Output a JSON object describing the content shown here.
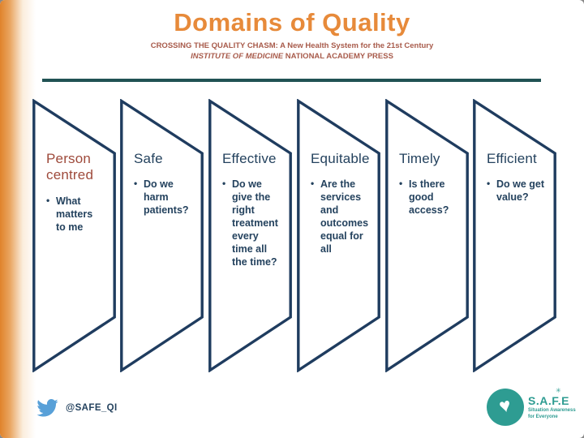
{
  "slide": {
    "title": "Domains of Quality",
    "subtitle_line1": "CROSSING THE QUALITY CHASM: A New Health System for the 21st Century",
    "subtitle_line2_italic": "INSTITUTE OF MEDICINE",
    "subtitle_line2_rest": " NATIONAL ACADEMY PRESS"
  },
  "panels": [
    {
      "title": "Person centred",
      "bullet": "What\nmatters\nto me",
      "title_color": "#9e4a3b"
    },
    {
      "title": "Safe",
      "bullet": "Do we\nharm\npatients?",
      "title_color": "#24425e"
    },
    {
      "title": "Effective",
      "bullet": "Do we\ngive the\nright\ntreatment\nevery\ntime  all\nthe time?",
      "title_color": "#24425e"
    },
    {
      "title": "Equitable",
      "bullet": "Are the\nservices\nand\noutcomes\nequal for\nall",
      "title_color": "#24425e"
    },
    {
      "title": "Timely",
      "bullet": "Is there\ngood\naccess?",
      "title_color": "#24425e"
    },
    {
      "title": "Efficient",
      "bullet": "Do we get\nvalue?",
      "title_color": "#24425e"
    }
  ],
  "footer": {
    "twitter_handle": "@SAFE_QI",
    "twitter_icon": "twitter-bird-icon",
    "logo": {
      "wordmark": "S.A.F.E",
      "sparkle_icon": "sparkle-icon",
      "heart_icon": "heart-in-circle-icon",
      "tagline_line1": "Situation Awareness",
      "tagline_line2": "for Everyone"
    }
  },
  "colors": {
    "title_orange": "#e78a3a",
    "subtitle_brick": "#a85b4b",
    "divider_teal": "#215254",
    "panel_border_navy": "#1f3c5f",
    "panel_text_navy": "#24425e",
    "person_centred_rust": "#9e4a3b",
    "twitter_blue": "#58a0d8",
    "logo_teal": "#2e9c92",
    "edge_gradient_orange": "#e0832b"
  }
}
